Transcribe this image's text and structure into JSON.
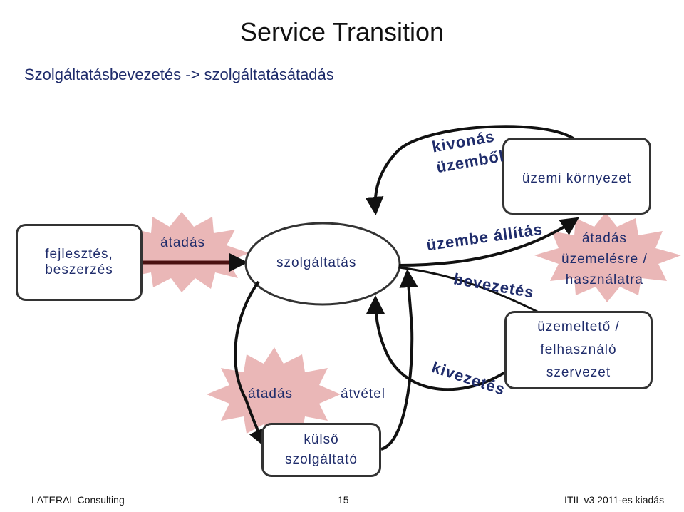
{
  "title": "Service Transition",
  "subtitle": "Szolgáltatásbevezetés -> szolgáltatásátadás",
  "nodes": {
    "development": {
      "line1": "fejlesztés,",
      "line2": "beszerzés"
    },
    "service": "szolgáltatás",
    "production": "üzemi környezet",
    "operator": {
      "line1": "üzemeltető /",
      "line2": "felhasználó",
      "line3": "szervezet"
    },
    "external": {
      "line1": "külső",
      "line2": "szolgáltató"
    }
  },
  "labels": {
    "handover_top": "átadás",
    "handover_bottom": "átadás",
    "acceptance": "átvétel",
    "handover_ops": {
      "line1": "átadás",
      "line2": "üzemelésre /",
      "line3": "használatra"
    },
    "withdraw": {
      "line1": "kivonás",
      "line2": "üzemből"
    },
    "go_live": "üzembe állítás",
    "introduction": "bevezetés",
    "phase_out": "kivezetés"
  },
  "footer": {
    "left": "LATERAL Consulting",
    "page": "15",
    "right": "ITIL v3 2011-es kiadás"
  },
  "colors": {
    "star_fill": "#d97b7b",
    "star_opacity": "0.55",
    "text_blue": "#1f2c6b",
    "arrow_dark": "#4a1010"
  }
}
